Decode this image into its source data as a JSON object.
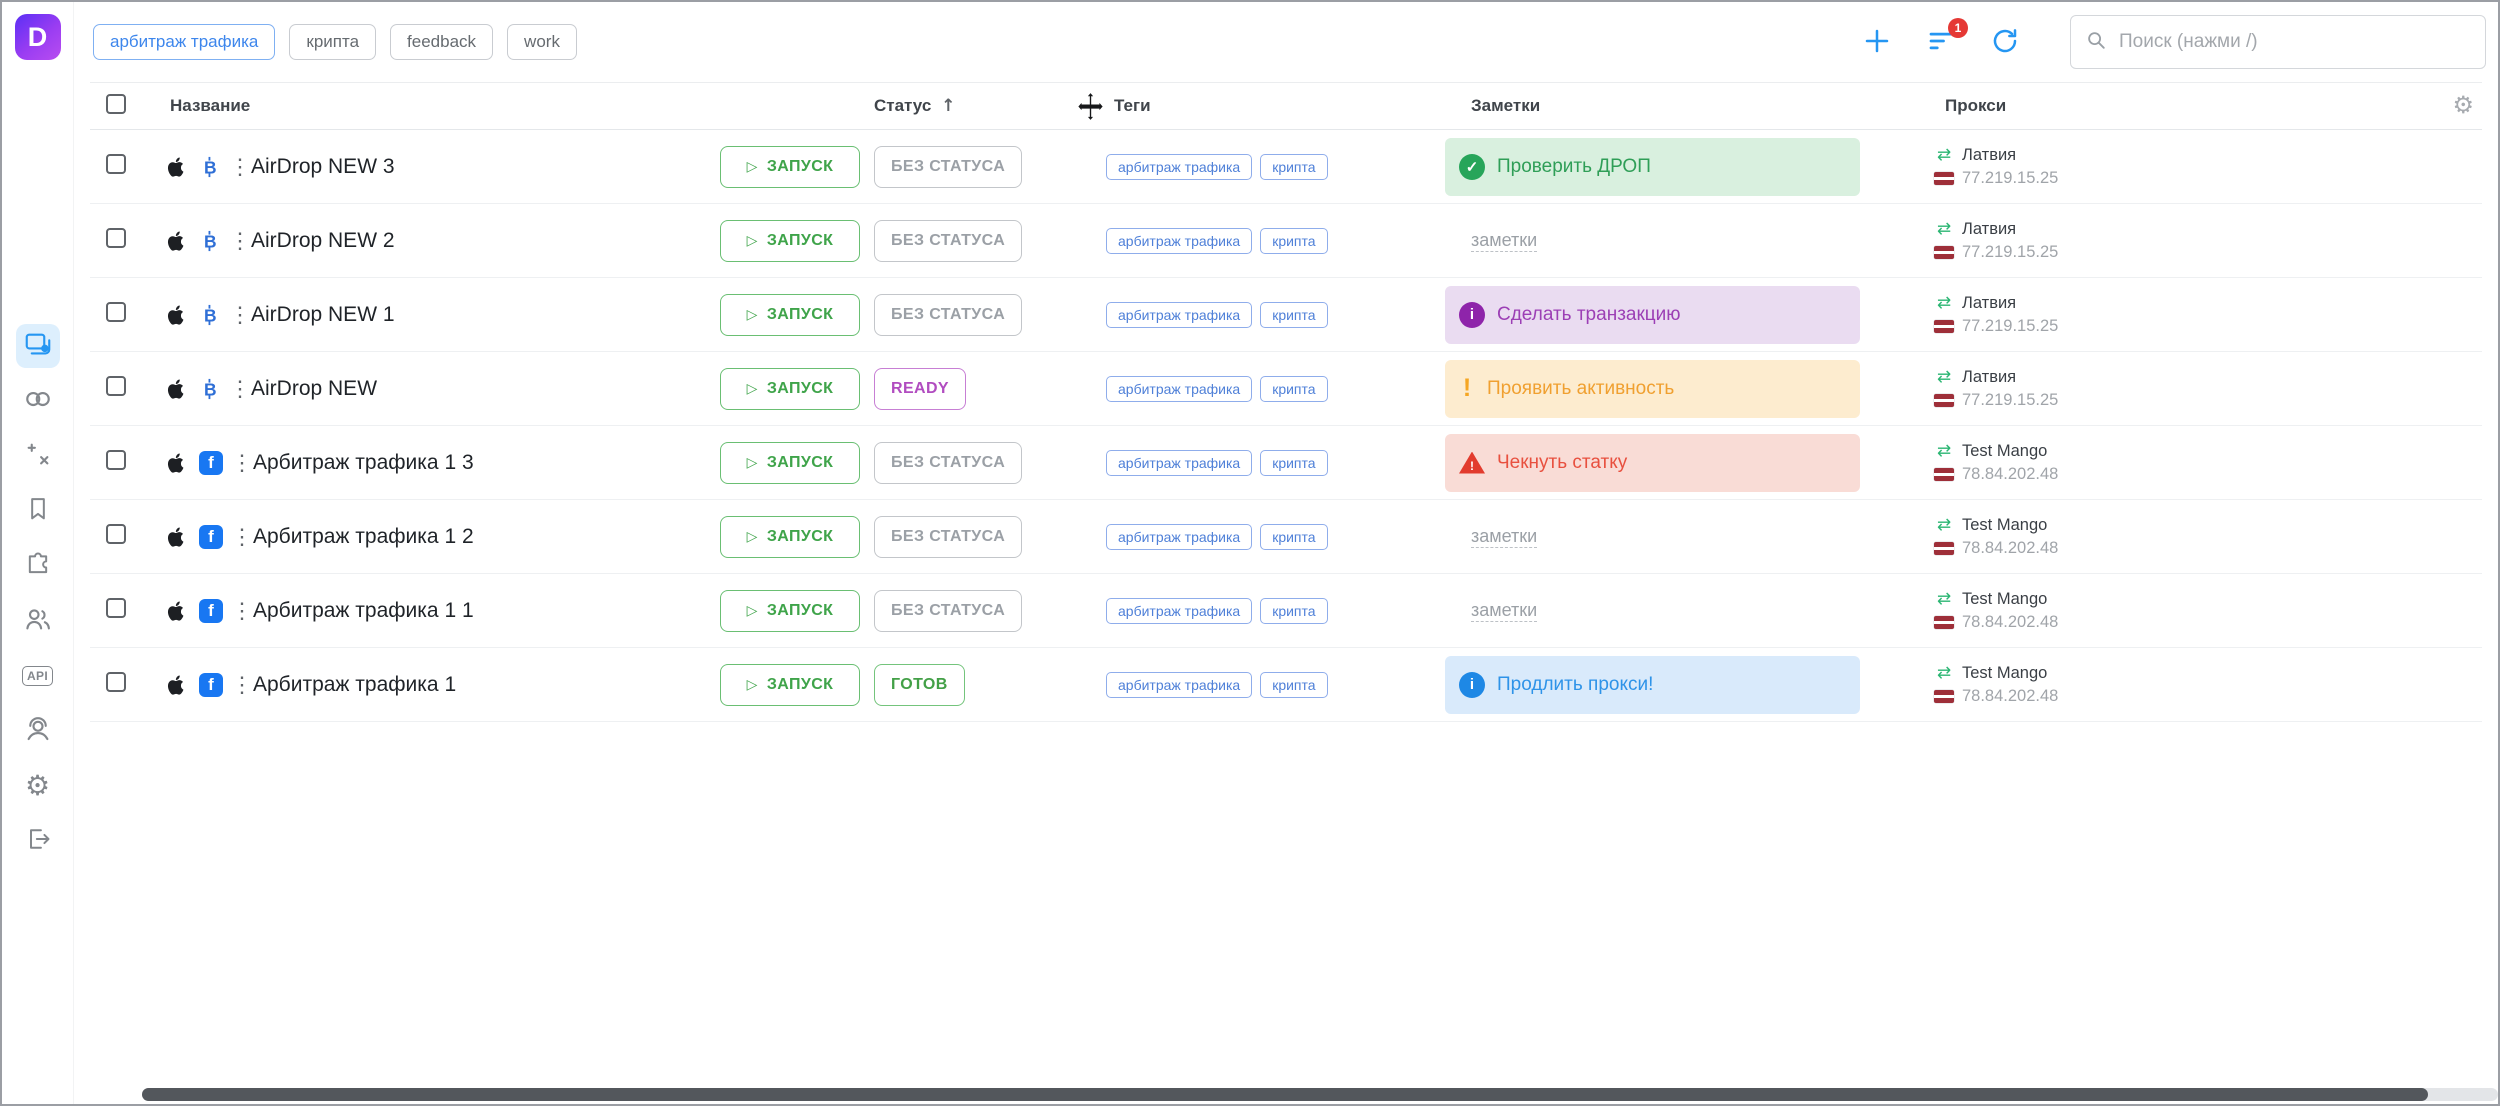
{
  "app": {
    "logo_letter": "D"
  },
  "sidebar": {
    "api_label": "API"
  },
  "topbar": {
    "chips": [
      {
        "label": "арбитраж трафика",
        "active": true
      },
      {
        "label": "крипта",
        "active": false
      },
      {
        "label": "feedback",
        "active": false
      },
      {
        "label": "work",
        "active": false
      }
    ],
    "notification_badge": "1",
    "search_placeholder": "Поиск (нажми /)"
  },
  "table": {
    "columns": {
      "name": "Название",
      "status": "Статус",
      "tags": "Теги",
      "notes": "Заметки",
      "proxy": "Прокси"
    },
    "sort_arrow": "↑",
    "launch_label": "ЗАПУСК",
    "rows": [
      {
        "name": "AirDrop NEW 3",
        "platform": "bitcoin",
        "status": {
          "label": "БЕЗ СТАТУСА",
          "type": "muted"
        },
        "tags": [
          "арбитраж трафика",
          "крипта"
        ],
        "note": {
          "kind": "success",
          "text": "Проверить ДРОП"
        },
        "proxy": {
          "country": "Латвия",
          "ip": "77.219.15.25"
        }
      },
      {
        "name": "AirDrop NEW 2",
        "platform": "bitcoin",
        "status": {
          "label": "БЕЗ СТАТУСА",
          "type": "muted"
        },
        "tags": [
          "арбитраж трафика",
          "крипта"
        ],
        "note": {
          "kind": "empty",
          "text": "заметки"
        },
        "proxy": {
          "country": "Латвия",
          "ip": "77.219.15.25"
        }
      },
      {
        "name": "AirDrop NEW 1",
        "platform": "bitcoin",
        "status": {
          "label": "БЕЗ СТАТУСА",
          "type": "muted"
        },
        "tags": [
          "арбитраж трафика",
          "крипта"
        ],
        "note": {
          "kind": "purple",
          "text": "Сделать транзакцию"
        },
        "proxy": {
          "country": "Латвия",
          "ip": "77.219.15.25"
        }
      },
      {
        "name": "AirDrop NEW",
        "platform": "bitcoin",
        "status": {
          "label": "READY",
          "type": "ready"
        },
        "tags": [
          "арбитраж трафика",
          "крипта"
        ],
        "note": {
          "kind": "warning",
          "text": "Проявить активность"
        },
        "proxy": {
          "country": "Латвия",
          "ip": "77.219.15.25"
        }
      },
      {
        "name": "Арбитраж трафика 1 3",
        "platform": "facebook",
        "status": {
          "label": "БЕЗ СТАТУСА",
          "type": "muted"
        },
        "tags": [
          "арбитраж трафика",
          "крипта"
        ],
        "note": {
          "kind": "danger",
          "text": "Чекнуть статку"
        },
        "proxy": {
          "country": "Test Mango",
          "ip": "78.84.202.48"
        }
      },
      {
        "name": "Арбитраж трафика 1 2",
        "platform": "facebook",
        "status": {
          "label": "БЕЗ СТАТУСА",
          "type": "muted"
        },
        "tags": [
          "арбитраж трафика",
          "крипта"
        ],
        "note": {
          "kind": "empty",
          "text": "заметки"
        },
        "proxy": {
          "country": "Test Mango",
          "ip": "78.84.202.48"
        }
      },
      {
        "name": "Арбитраж трафика 1 1",
        "platform": "facebook",
        "status": {
          "label": "БЕЗ СТАТУСА",
          "type": "muted"
        },
        "tags": [
          "арбитраж трафика",
          "крипта"
        ],
        "note": {
          "kind": "empty",
          "text": "заметки"
        },
        "proxy": {
          "country": "Test Mango",
          "ip": "78.84.202.48"
        }
      },
      {
        "name": "Арбитраж трафика 1",
        "platform": "facebook",
        "status": {
          "label": "ГОТОВ",
          "type": "done"
        },
        "tags": [
          "арбитраж трафика",
          "крипта"
        ],
        "note": {
          "kind": "info",
          "text": "Продлить прокси!"
        },
        "proxy": {
          "country": "Test Mango",
          "ip": "78.84.202.48"
        }
      }
    ]
  },
  "colors": {
    "accent_blue": "#2596f2",
    "launch_green": "#43a047",
    "badge_red": "#e53935"
  }
}
